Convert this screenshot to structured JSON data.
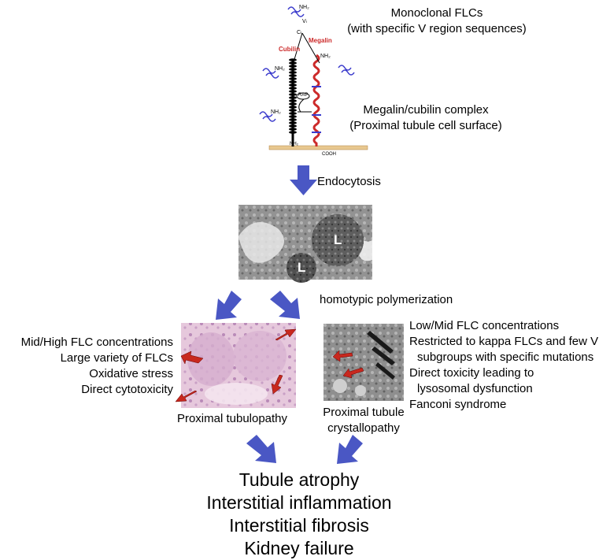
{
  "top": {
    "monoclonal_title": "Monoclonal FLCs",
    "monoclonal_sub": "(with specific V region sequences)",
    "megalin_cubilin_title": "Megalin/cubilin complex",
    "megalin_cubilin_sub": "(Proximal tubule cell surface)",
    "cubilin_label": "Cubilin",
    "megalin_label": "Megalin",
    "rap_label": "RAP",
    "nh2": "NH₂",
    "vl": "Vₗ",
    "cl": "Cₗ",
    "cooh": "COOH"
  },
  "arrows": {
    "endocytosis": "Endocytosis",
    "homotypic": "homotypic polymerization"
  },
  "micrograph": {
    "lysosome_label": "L"
  },
  "left_branch": {
    "factors": [
      "Mid/High FLC concentrations",
      "Large variety of FLCs",
      "Oxidative stress",
      "Direct cytotoxicity"
    ],
    "caption": "Proximal tubulopathy"
  },
  "right_branch": {
    "factors": [
      "Low/Mid FLC concentrations",
      "Restricted to kappa FLCs and few V",
      "subgroups with specific mutations",
      "Direct toxicity leading to",
      "lysosomal dysfunction",
      "Fanconi syndrome"
    ],
    "caption_line1": "Proximal tubule",
    "caption_line2": "crystallopathy"
  },
  "outcomes": [
    "Tubule atrophy",
    "Interstitial inflammation",
    "Interstitial fibrosis",
    "Kidney failure"
  ],
  "colors": {
    "arrow": "#4a57c4",
    "red_arrow": "#c8281e",
    "flc_blue": "#3a3acc",
    "megalin_red": "#cc2a2a"
  }
}
